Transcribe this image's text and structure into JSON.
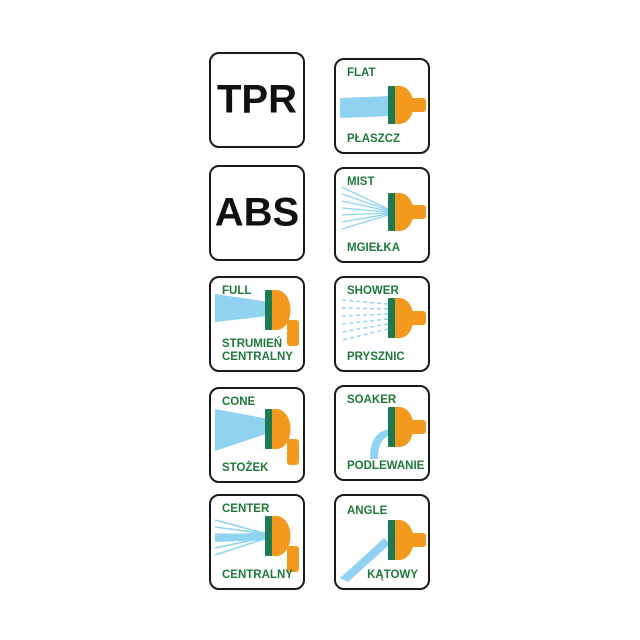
{
  "materials": [
    {
      "id": "tpr",
      "label": "TPR"
    },
    {
      "id": "abs",
      "label": "ABS"
    }
  ],
  "modes": [
    {
      "id": "flat",
      "name_en": "FLAT",
      "name_pl": "PŁASZCZ",
      "icon": "flat-spray-nozzle-icon"
    },
    {
      "id": "mist",
      "name_en": "MIST",
      "name_pl": "MGIEŁKA",
      "icon": "mist-spray-nozzle-icon"
    },
    {
      "id": "full",
      "name_en": "FULL",
      "name_pl": "STRUMIEŃ\nCENTRALNY",
      "icon": "full-spray-nozzle-icon"
    },
    {
      "id": "shower",
      "name_en": "SHOWER",
      "name_pl": "PRYSZNIC",
      "icon": "shower-spray-nozzle-icon"
    },
    {
      "id": "cone",
      "name_en": "CONE",
      "name_pl": "STOŻEK",
      "icon": "cone-spray-nozzle-icon"
    },
    {
      "id": "soaker",
      "name_en": "SOAKER",
      "name_pl": "PODLEWANIE",
      "icon": "soaker-spray-nozzle-icon"
    },
    {
      "id": "center",
      "name_en": "CENTER",
      "name_pl": "CENTRALNY",
      "icon": "center-spray-nozzle-icon"
    },
    {
      "id": "angle",
      "name_en": "ANGLE",
      "name_pl": "KĄTOWY",
      "icon": "angle-spray-nozzle-icon"
    }
  ],
  "colors": {
    "text_green": "#1f7a3a",
    "nozzle_orange": "#f39a1e",
    "nozzle_green": "#1e7a52",
    "spray_blue": "#8fd3f0",
    "border": "#1a1a1a"
  }
}
